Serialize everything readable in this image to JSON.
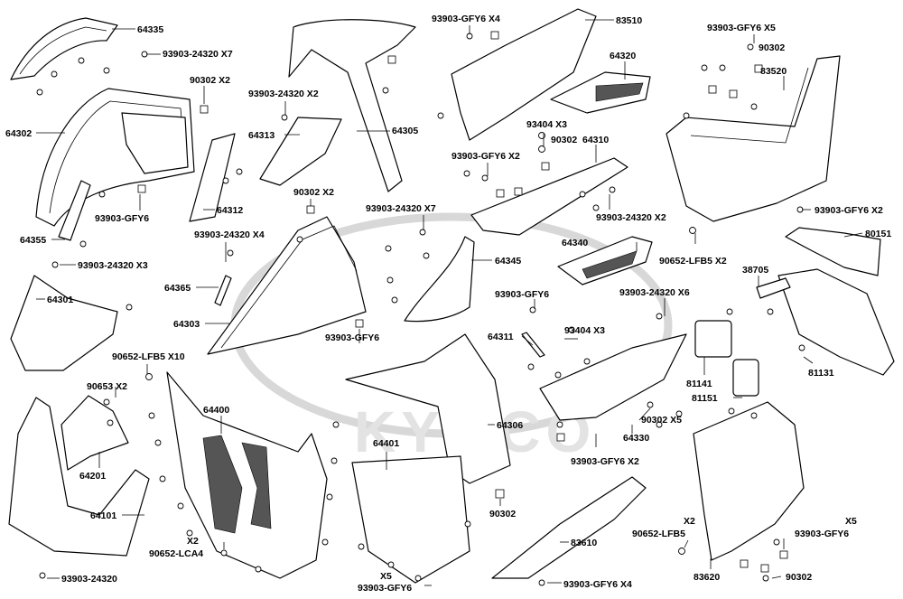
{
  "watermark": {
    "brand": "KYMCO"
  },
  "labels": [
    "64335",
    "93903-24320 X7",
    "90302 X2",
    "93903-24320 X2",
    "64302",
    "64313",
    "64305",
    "64312",
    "90302 X2",
    "93903-GFY6",
    "64355",
    "93903-24320 X4",
    "93903-24320 X3",
    "64365",
    "64301",
    "64303",
    "93903-GFY6",
    "93903-24320 X7",
    "64345",
    "93903-GFY6 X4",
    "83510",
    "64320",
    "93404 X3",
    "90302",
    "64310",
    "93903-GFY6 X2",
    "93903-24320 X2",
    "64340",
    "93903-GFY6",
    "93404 X3",
    "64311",
    "93903-24320 X6",
    "93903-GFY6 X5",
    "90302",
    "83520",
    "90652-LFB5 X2",
    "93903-GFY6 X2",
    "80151",
    "38705",
    "81131",
    "81141",
    "81151",
    "90652-LFB5 X10",
    "90653 X2",
    "64201",
    "64101",
    "64400",
    "X2",
    "90652-LCA4",
    "93903-24320",
    "64401",
    "90302",
    "64306",
    "90302 X5",
    "64330",
    "93903-GFY6 X2",
    "83610",
    "X5",
    "93903-GFY6",
    "93903-GFY6 X4",
    "X2",
    "90652-LFB5",
    "83620",
    "X5",
    "93903-GFY6",
    "90302"
  ]
}
